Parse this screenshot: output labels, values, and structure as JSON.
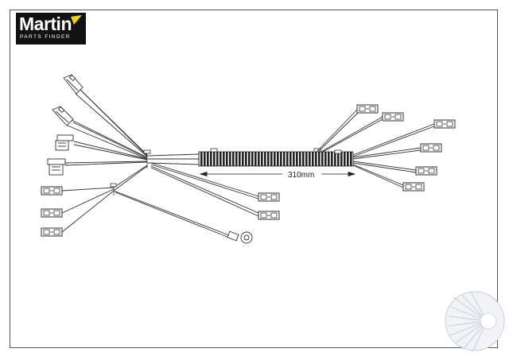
{
  "brand": {
    "name": "Martin",
    "subtitle": "PARTS FINDER",
    "accent": "#f5d300"
  },
  "diagram": {
    "dimension_label": "310mm"
  },
  "colors": {
    "line": "#333333",
    "frame": "#555555"
  }
}
